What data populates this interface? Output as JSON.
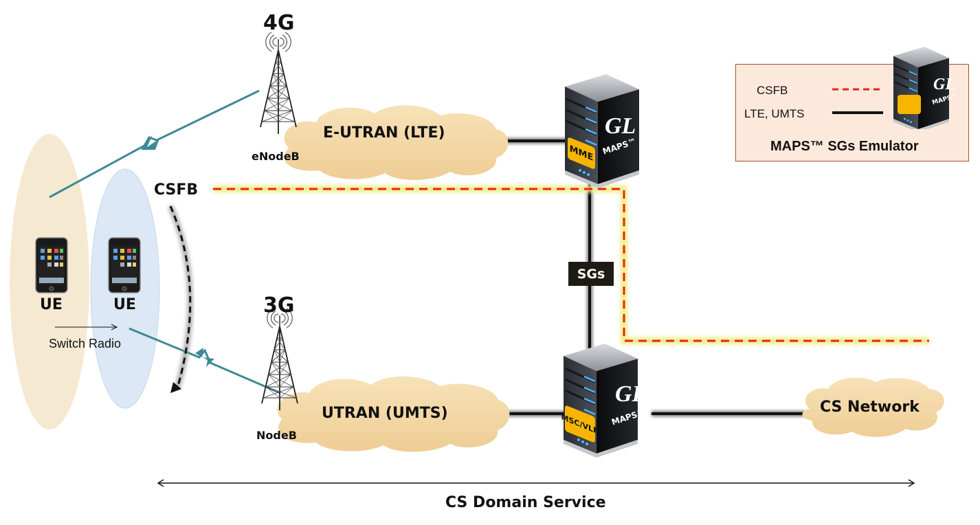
{
  "title": "CS Fallback (CSFB) via SGs Interface",
  "colors": {
    "csfb_line": "#e8231c",
    "csfb_glow": "#f2ec8a",
    "network_line": "#111111",
    "cloud": "#f5d9a8",
    "lte_ellipse": "#f5e9d2",
    "umts_ellipse": "#dce8f5",
    "radio_link": "#3d8a94",
    "legend_bg": "#fde9dc",
    "legend_border": "#a0522d",
    "server_label": "#f7b500"
  },
  "towers": {
    "lte": {
      "generation": "4G",
      "name": "eNodeB"
    },
    "umts": {
      "generation": "3G",
      "name": "NodeB"
    }
  },
  "clouds": {
    "eutran": "E-UTRAN (LTE)",
    "utran": "UTRAN (UMTS)",
    "cs_network": "CS Network"
  },
  "servers": {
    "mme": {
      "label": "MME",
      "brand": "GL",
      "product": "MAPS™"
    },
    "msc": {
      "label": "MSC/VLR",
      "brand": "GL",
      "product": "MAPS™"
    }
  },
  "ue": {
    "left_label": "UE",
    "right_label": "UE",
    "switch_label": "Switch Radio"
  },
  "csfb_label": "CSFB",
  "interface_label": "SGs",
  "legend": {
    "items": [
      {
        "label": "CSFB",
        "style": "dashed-red"
      },
      {
        "label": "LTE, UMTS",
        "style": "solid-black"
      }
    ],
    "caption": "MAPS™ SGs Emulator",
    "server_brand": "GL",
    "server_product": "MAPS™"
  },
  "footer": {
    "span_label": "CS Domain Service"
  }
}
